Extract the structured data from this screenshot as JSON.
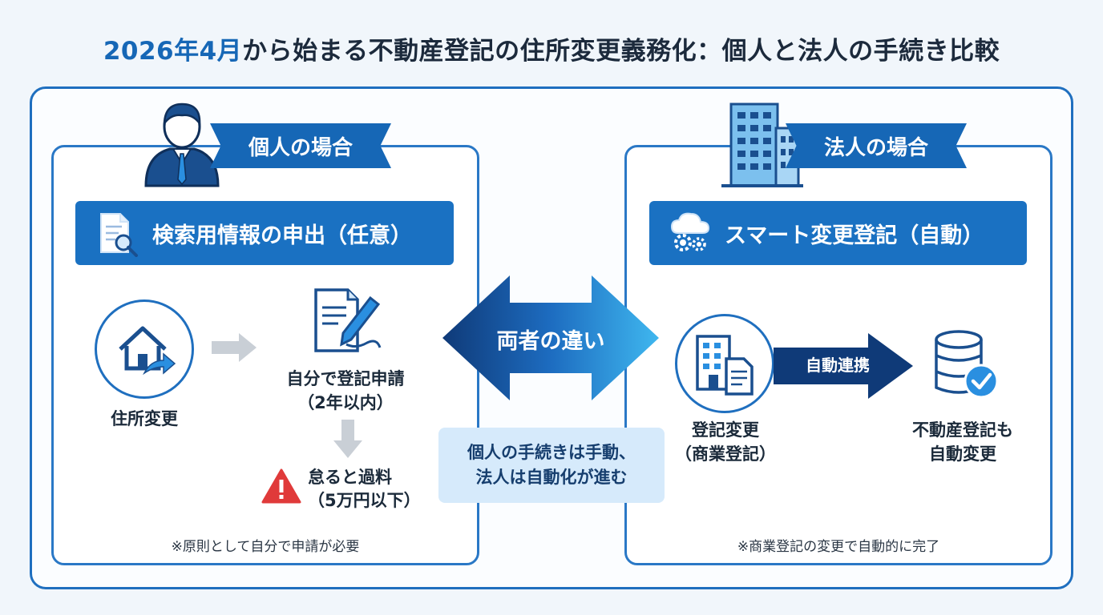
{
  "title": {
    "prefix": "2026年4月",
    "rest": "から始まる不動産登記の住所変更義務化：個人と法人の手続き比較"
  },
  "individual": {
    "heading": "個人の場合",
    "method": "検索用情報の申出（任意）",
    "step1_label": "住所変更",
    "step2_line1": "自分で登記申請",
    "step2_line2": "（2年以内）",
    "warning_line1": "怠ると過料",
    "warning_line2": "（5万円以下）",
    "note": "※原則として自分で申請が必要"
  },
  "corporation": {
    "heading": "法人の場合",
    "method": "スマート変更登記（自動）",
    "step1_line1": "登記変更",
    "step1_line2": "（商業登記）",
    "link_label": "自動連携",
    "step2_line1": "不動産登記も",
    "step2_line2": "自動変更",
    "note": "※商業登記の変更で自動的に完了"
  },
  "center": {
    "arrow_label": "両者の違い",
    "summary_line1": "個人の手続きは手動、",
    "summary_line2": "法人は自動化が進む"
  },
  "icons": {
    "person": "businessman-icon",
    "building": "office-building-icon",
    "document_search": "document-search-icon",
    "cloud_gears": "cloud-gears-icon",
    "house_move": "house-move-icon",
    "document_pen": "document-pen-icon",
    "warning": "warning-icon",
    "company_doc": "company-document-icon",
    "database_check": "database-check-icon"
  },
  "colors": {
    "primary": "#1667b6",
    "dark_navy": "#0f3a78",
    "light_blue": "#d6eafb",
    "warning_red": "#e03a3a",
    "check_blue": "#2a8fe0"
  }
}
